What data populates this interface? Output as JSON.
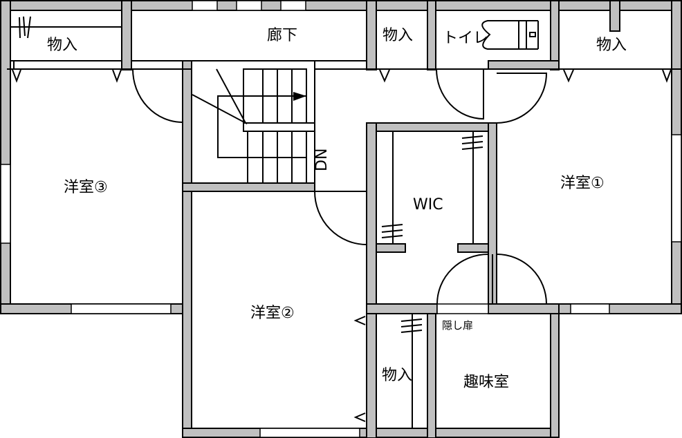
{
  "title": "2F floor plan",
  "rooms": {
    "storage_topleft": "物入",
    "hallway": "廊下",
    "storage_topmid": "物入",
    "toilet": "トイレ",
    "storage_topright": "物入",
    "western_room_3": "洋室③",
    "stairs_dn": "DN",
    "wic": "WIC",
    "western_room_1": "洋室①",
    "western_room_2": "洋室②",
    "hidden_door": "隠し扉",
    "storage_bottom": "物入",
    "hobby_room": "趣味室"
  },
  "colors": {
    "wall": "#c0c0c0",
    "line": "#000000"
  }
}
